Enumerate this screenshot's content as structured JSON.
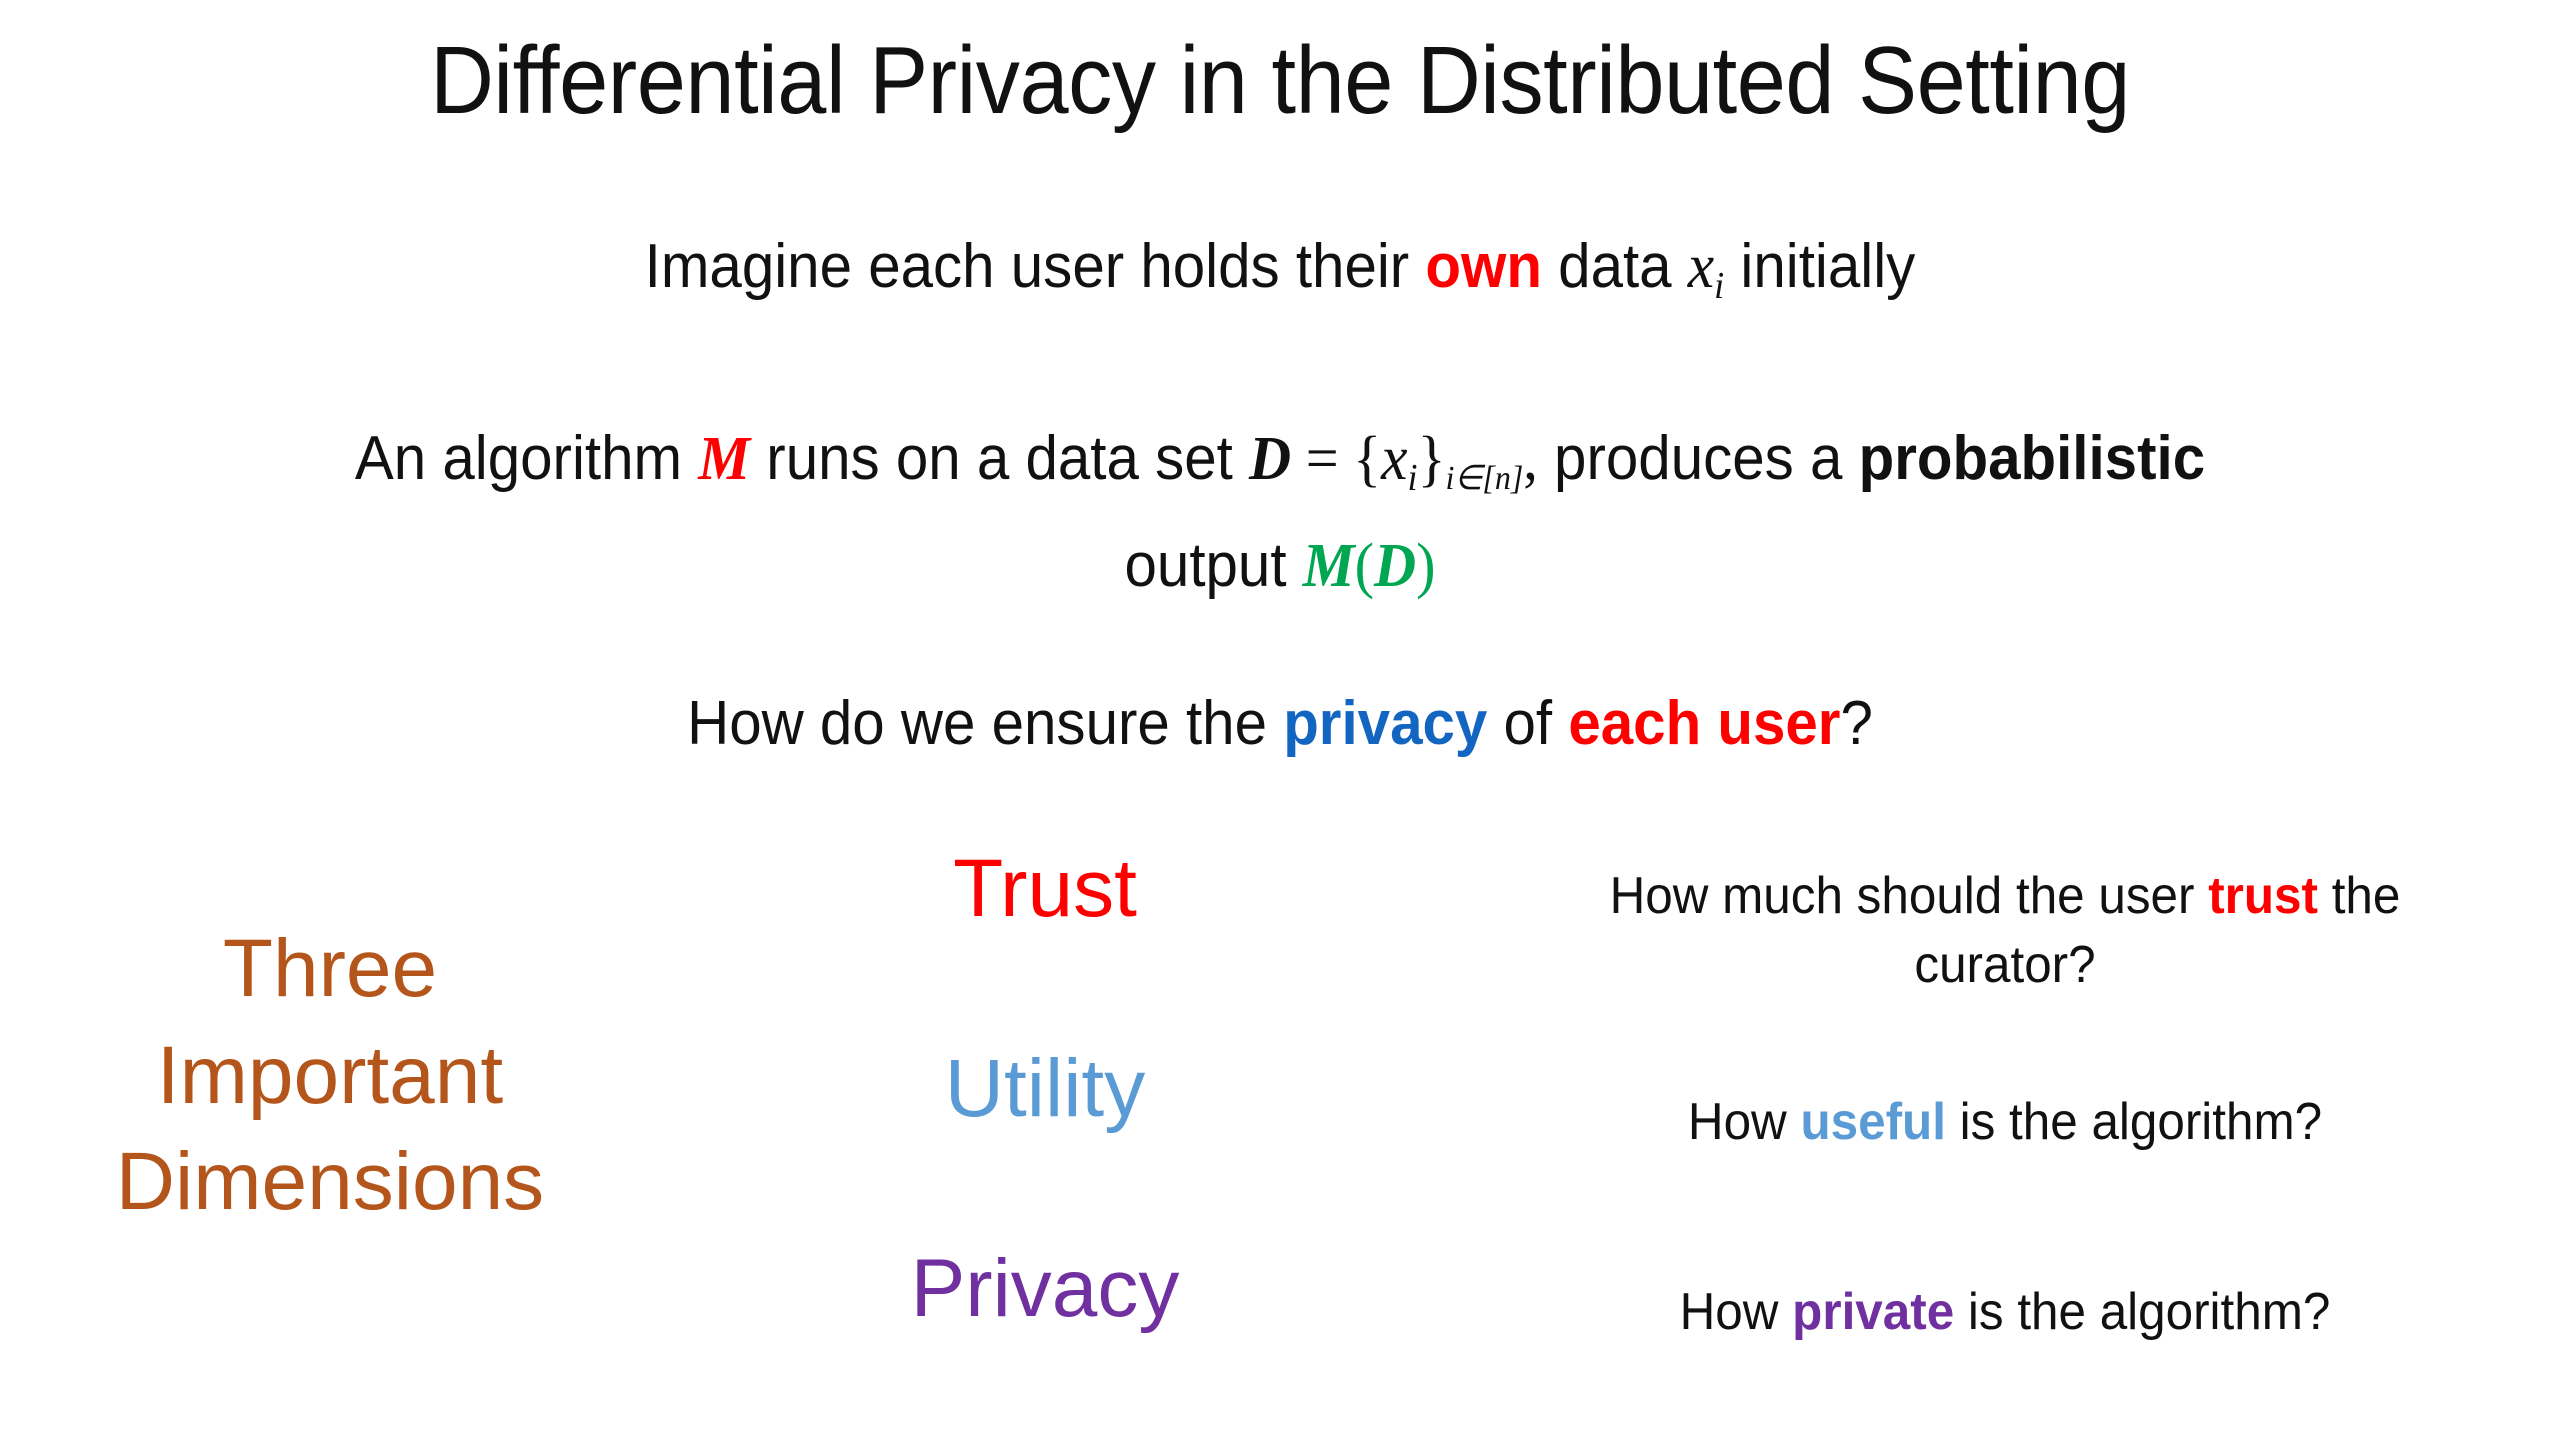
{
  "slide": {
    "title": "Differential Privacy in the Distributed Setting",
    "background_color": "#FFFFFF"
  },
  "colors": {
    "red": "#FF0000",
    "blue": "#1265C0",
    "light_blue": "#5B9BD5",
    "purple": "#7030A0",
    "green": "#00A651",
    "brown": "#B4551B",
    "text": "#111111"
  },
  "body": {
    "line1": {
      "part1": "Imagine each user holds their ",
      "emphasis": "own",
      "part2": " data ",
      "math_x": "x",
      "math_sub": "i",
      "part3": " initially"
    },
    "line2": {
      "part1": "An algorithm ",
      "math_M": "M",
      "part2": " runs on a data set ",
      "math_D": "D",
      "eq": "=",
      "brace_open": "{",
      "math_x": "x",
      "math_sub_i": "i",
      "brace_close": "}",
      "sub_index": "i∈[n]",
      "comma": ",",
      "part3": "  produces a ",
      "emphasis": "probabilistic"
    },
    "line3": {
      "part1": "output ",
      "math_M": "M",
      "paren_open": "(",
      "math_D": "D",
      "paren_close": ")"
    },
    "line4": {
      "part1": "How do we ensure the ",
      "emphasis1": "privacy",
      "part2": " of ",
      "emphasis2": "each user",
      "part3": "?"
    }
  },
  "dimensions_block": {
    "label_lines": [
      "Three",
      "Important",
      "Dimensions"
    ],
    "items": [
      {
        "name": "Trust",
        "name_color": "#FF0000",
        "desc_part1": "How much should the user ",
        "desc_emphasis": "trust",
        "desc_part2": " the curator?",
        "emphasis_color": "#FF0000"
      },
      {
        "name": "Utility",
        "name_color": "#5B9BD5",
        "desc_part1": "How ",
        "desc_emphasis": "useful",
        "desc_part2": " is the algorithm?",
        "emphasis_color": "#5B9BD5"
      },
      {
        "name": "Privacy",
        "name_color": "#7030A0",
        "desc_part1": "How ",
        "desc_emphasis": "private",
        "desc_part2": " is the algorithm?",
        "emphasis_color": "#7030A0"
      }
    ]
  }
}
